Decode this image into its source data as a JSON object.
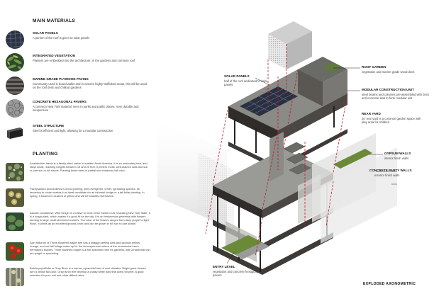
{
  "left_panel": {
    "materials_title": "MAIN MATERIALS",
    "materials": [
      {
        "name": "SOLAR PANELS",
        "desc": "A portion of the roof is given to solar panels"
      },
      {
        "name": "INTEGRATED VEGETATION",
        "desc": "Planters are embedded into the architecture, in the gardens and common roof"
      },
      {
        "name": "MARINE GRADE PLYWOOD PAVING",
        "desc": "Community used in board walks and in exterior highly-trafficked areas, this will be used on the roof deck and chillout gardens"
      },
      {
        "name": "CONCRETE HEXAGONAL PAVERS",
        "desc": "A common New York material, seen in parks and public places. Very durable and inexpensive"
      },
      {
        "name": "STEEL STRUCTURE",
        "desc": "Steel is efficient and light, allowing for a modular construction"
      }
    ],
    "planting_title": "PLANTING",
    "planting": [
      {
        "desc": "Amelanchier laevis is a family plant native to eastern North America. It is an understory tree, and stays small, reaching heights between 15 and 25 feet. It prefers moist, well-drained soils and sun or part sun to full shade. Planting these trees in partial sun enhances fall color."
      },
      {
        "desc": "Pachysandra procumbens is a low growing, semi-evergreen, 6 feet, spreading species. Its tendency to rocker makes it an ideal candidate for an informal hedge or a tall foliar planting. In spring, it blooms in clusters of yellow and will be beautiful fall flowers."
      },
      {
        "desc": "Asarum canadense, Wild Ginger is a native to most of the Eastern US, including New York State. It is a tough plant, which makes it a good fit for the city. It is an herbaceous perennial with flowers forming in large, multi-stemmed crushes. The color of the flowers ranges from deep purple to light blush. It works as an excellent ground cover and can be grown in full sun to part shade."
      },
      {
        "desc": "Acer triflorum or Three-flowered maple tree has a shaggy peeling bark and glorious yellow, orange, and red fall foliage make up for the inconspicuous nature of the ornamental tree's hermaphro flowers. Three-flowered maple is a fine specimen tree for gardens, with a habit that can be upright or spreading."
      },
      {
        "desc": "Betula populifolia or Gray Birch is a narrow, pyramidal tree of cool climates. Bright green leaves turn a yellow fall color. Gray Birch tree develop a chalky white bark that does not peel. A good selection for poor soil and other difficult sites."
      }
    ]
  },
  "callouts": {
    "roof_garden": {
      "title": "ROOF GARDEN",
      "desc": "vegetation and marine grade wood deck"
    },
    "solar_panels": {
      "title": "SOLAR PANELS",
      "desc": "half of the roof dedicated to solar panels"
    },
    "modular_unit": {
      "title": "MODULAR CONSTRUCTION UNIT",
      "desc": "steel beams and columns pre-assembled with brick and concrete slab to form modular unit"
    },
    "rear_yard": {
      "title": "REAR YARD",
      "desc": "30' rear yard is a common garden space with play area for children"
    },
    "gypsum_walls": {
      "title": "GYPSUM WALLS",
      "desc": "interior finish walls"
    },
    "party_walls": {
      "title": "CONCRETE PARTY WALLS",
      "desc": "exterior finish walls"
    },
    "entry_level": {
      "title": "ENTRY LEVEL",
      "desc": "vegetation and concrete hexagonal pavers"
    }
  },
  "diagram_title": "EXPLODED AXONOMETRIC",
  "colors": {
    "accent_red": "#c0182a",
    "green": "#6a8a3a",
    "steel": "#3d3a38"
  }
}
